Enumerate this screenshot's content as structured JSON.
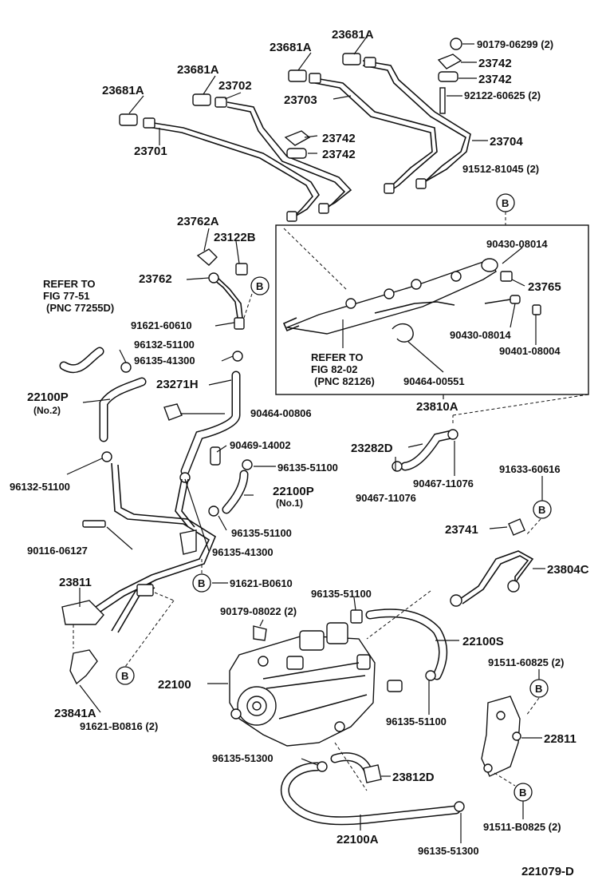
{
  "diagram": {
    "figure_code": "221079-D",
    "circle_mark": "B",
    "top": {
      "l_23681A_1": "23681A",
      "l_23681A_2": "23681A",
      "l_23681A_3": "23681A",
      "l_23681A_4": "23681A",
      "l_23701": "23701",
      "l_23702": "23702",
      "l_23703": "23703",
      "l_23704": "23704",
      "l_23742_a": "23742",
      "l_23742_b": "23742",
      "l_23742_c": "23742",
      "l_23742_d": "23742",
      "l_90179_06299": "90179-06299 (2)",
      "l_92122_60625": "92122-60625 (2)",
      "l_91512_81045": "91512-81045 (2)"
    },
    "middle": {
      "l_23762A": "23762A",
      "l_23122B": "23122B",
      "l_23762": "23762",
      "l_91621_60610": "91621-60610",
      "refer1_line1": "REFER TO",
      "refer1_line2": "FIG 77-51",
      "refer1_line3": "(PNC 77255D)",
      "l_96132_51100_a": "96132-51100",
      "l_96135_41300_a": "96135-41300",
      "l_23271H": "23271H",
      "l_22100P_no2": "22100P",
      "l_no2": "(No.2)",
      "l_90464_00806": "90464-00806",
      "l_90430_08014_a": "90430-08014",
      "l_23765": "23765",
      "l_90430_08014_b": "90430-08014",
      "l_90401_08004": "90401-08004",
      "refer2_line1": "REFER TO",
      "refer2_line2": "FIG 82-02",
      "refer2_line3": "(PNC 82126)",
      "l_90464_00551": "90464-00551",
      "l_23810A": "23810A",
      "l_90469_14002": "90469-14002",
      "l_96135_51100_a": "96135-51100",
      "l_23282D": "23282D",
      "l_90467_11076_a": "90467-11076",
      "l_90467_11076_b": "90467-11076",
      "l_96132_51100_b": "96132-51100",
      "l_22100P_no1": "22100P",
      "l_no1": "(No.1)",
      "l_91633_60616": "91633-60616",
      "l_96135_51100_b": "96135-51100",
      "l_90116_06127": "90116-06127",
      "l_96135_41300_b": "96135-41300",
      "l_23741": "23741",
      "l_23804C": "23804C",
      "l_91621_B0610": "91621-B0610",
      "l_23811": "23811"
    },
    "bottom": {
      "l_96135_51100_c": "96135-51100",
      "l_90179_08022": "90179-08022 (2)",
      "l_22100S": "22100S",
      "l_91511_60825": "91511-60825 (2)",
      "l_22100": "22100",
      "l_23841A": "23841A",
      "l_91621_B0816": "91621-B0816 (2)",
      "l_96135_51100_d": "96135-51100",
      "l_22811": "22811",
      "l_96135_51300_a": "96135-51300",
      "l_23812D": "23812D",
      "l_91511_B0825": "91511-B0825 (2)",
      "l_22100A": "22100A",
      "l_96135_51300_b": "96135-51300"
    }
  }
}
